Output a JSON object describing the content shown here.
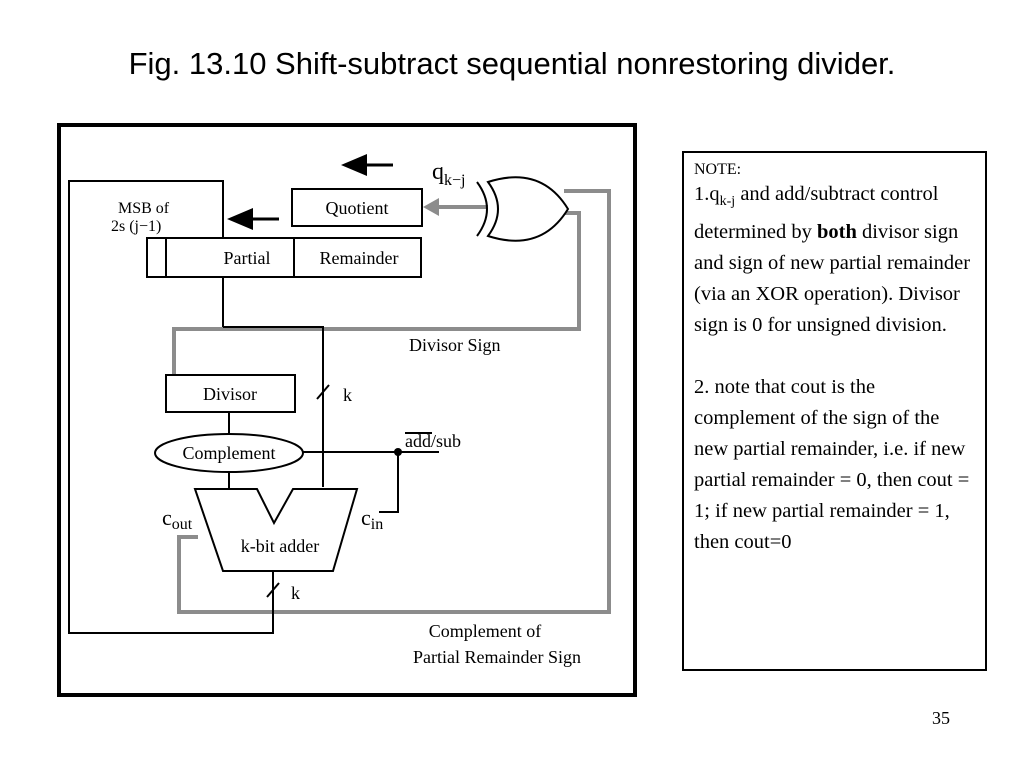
{
  "slide": {
    "title": "Fig. 13.10 Shift-subtract sequential nonrestoring divider.",
    "page_number": "35"
  },
  "diagram": {
    "msb_label_line1": "MSB of",
    "msb_label_line2a": "2s (j",
    "msb_label_line2b": "−1)",
    "quotient": "Quotient",
    "q_label": "q",
    "q_subscript": "k−j",
    "partial": "Partial",
    "remainder": "Remainder",
    "divisor_sign": "Divisor Sign",
    "divisor": "Divisor",
    "k1": "k",
    "complement": "Complement",
    "add_sub_overline": "add",
    "add_sub_rest": "/sub",
    "cout_c": "c",
    "cout_sub": "out",
    "cin_c": "c",
    "cin_sub": "in",
    "adder": "k-bit adder",
    "k2": "k",
    "complement_of_line1": "Complement of",
    "complement_of_line2": "Partial Remainder Sign",
    "colors": {
      "gray_wire": "#8c8c8c",
      "line": "#000000"
    }
  },
  "note": {
    "heading": "NOTE:",
    "p1_start": "1.q",
    "p1_sub": "k-j",
    "p1_mid": " and add/subtract control determined by ",
    "p1_bold": "both",
    "p1_end": " divisor sign and sign of new partial remainder (via an XOR operation). Divisor sign is 0 for unsigned division.",
    "p2": "2. note that cout is the complement of the sign of the new partial remainder, i.e. if new partial remainder = 0, then cout = 1; if new partial remainder = 1, then cout=0"
  }
}
